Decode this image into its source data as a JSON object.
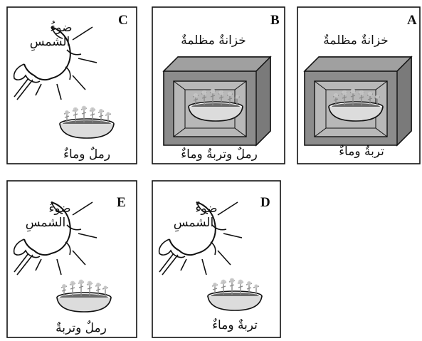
{
  "panels": [
    {
      "id": "C",
      "letter": "C",
      "light": "sun",
      "sun_label_1": "ضوءُ",
      "sun_label_2": "الشمسِ",
      "caption": "رملٌ وماءٌ"
    },
    {
      "id": "B",
      "letter": "B",
      "light": "dark-cabinet",
      "cabinet_label": "خزانةٌ مظلمةٌ",
      "caption": "رملٌ وتربةٌ وماءٌ"
    },
    {
      "id": "A",
      "letter": "A",
      "light": "dark-cabinet",
      "cabinet_label": "خزانةٌ مظلمةٌ",
      "caption": "تربةٌ وماءٌ"
    },
    {
      "id": "E",
      "letter": "E",
      "light": "sun",
      "sun_label_1": "ضوءُ",
      "sun_label_2": "الشمسِ",
      "caption": "رملٌ وتربةٌ"
    },
    {
      "id": "D",
      "letter": "D",
      "light": "sun",
      "sun_label_1": "ضوءُ",
      "sun_label_2": "الشمسِ",
      "caption": "تربةٌ وماءٌ"
    }
  ],
  "colors": {
    "cabinet_gray": "#8c8c8c",
    "cabinet_inner": "#b8b8b8",
    "plant_gray": "#9a9a9a",
    "soil": "#666666"
  }
}
